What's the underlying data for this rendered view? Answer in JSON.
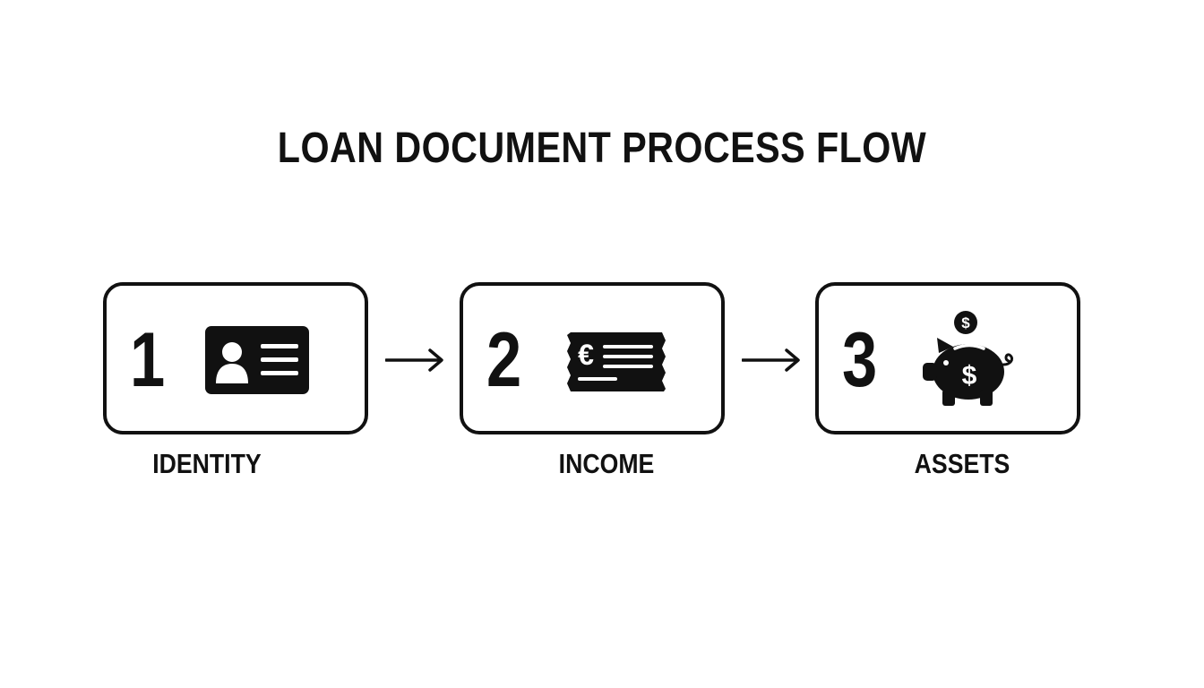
{
  "title": "LOAN DOCUMENT PROCESS FLOW",
  "steps": [
    {
      "number": "1",
      "label": "IDENTITY",
      "icon": "id-card-icon"
    },
    {
      "number": "2",
      "label": "INCOME",
      "icon": "euro-check-icon",
      "icon_symbol": "€"
    },
    {
      "number": "3",
      "label": "ASSETS",
      "icon": "piggy-bank-icon",
      "icon_symbol": "$"
    }
  ],
  "colors": {
    "ink": "#111111",
    "background": "#ffffff"
  }
}
